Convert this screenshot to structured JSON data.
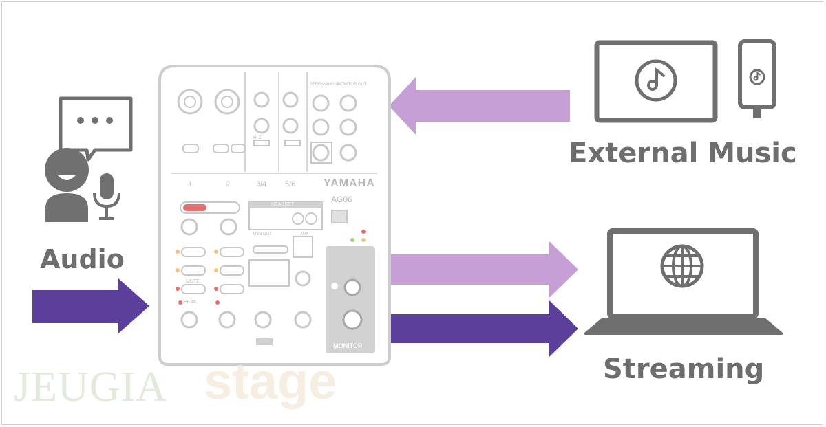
{
  "labels": {
    "audio": "Audio",
    "external_music": "External Music",
    "streaming": "Streaming"
  },
  "mixer": {
    "brand": "YAMAHA",
    "model": "AG06",
    "channels": [
      "1",
      "2",
      "3/4",
      "5/6"
    ],
    "headset": "HEADSET",
    "monitor": "MONITOR",
    "monitor_out": "MONITOR OUT",
    "streaming_out": "STREAMING OUT",
    "peak": "PEAK",
    "mute": "MUTE",
    "hi_z": "Hi-Z",
    "usb_out": "USB OUT",
    "aux": "AUX"
  },
  "watermark": {
    "part1": "JEUGIA",
    "part2": "stage"
  },
  "colors": {
    "dark_arrow": "#5b3f9a",
    "light_arrow": "#c59fd6",
    "icon_gray": "#6f6f6f",
    "mixer_outline": "#cdcdcd"
  }
}
